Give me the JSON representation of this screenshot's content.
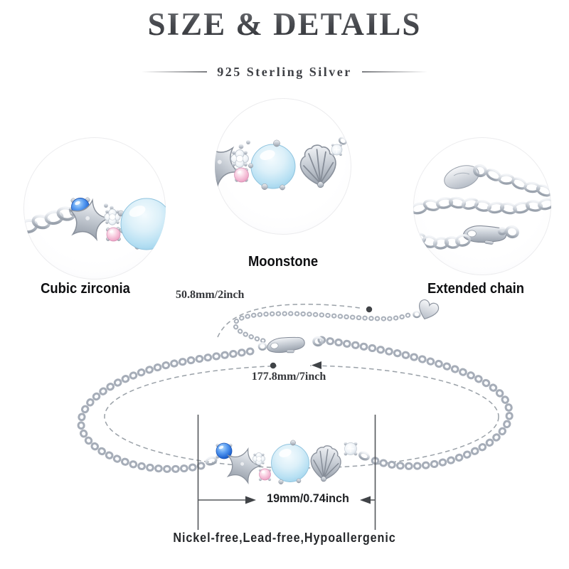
{
  "header": {
    "title": "SIZE & DETAILS",
    "subtitle": "925 Sterling Silver"
  },
  "callouts": [
    {
      "id": "cubic-zirconia",
      "label": "Cubic zirconia"
    },
    {
      "id": "moonstone",
      "label": "Moonstone"
    },
    {
      "id": "extended-chain",
      "label": "Extended chain"
    }
  ],
  "measurements": {
    "extender_chain": "50.8mm/2inch",
    "bracelet_length": "177.8mm/7inch",
    "pendant_width": "19mm/0.74inch"
  },
  "footer": {
    "hypoallergenic_note": "Nickel-free,Lead-free,Hypoallergenic"
  },
  "colors": {
    "zirconia_blue": "#2268d6",
    "zirconia_pink": "#efa9c9",
    "moonstone_blue": "#b7e0f3",
    "silver": "#c6ccd4",
    "annotation_gray": "#9aa1a8",
    "text_dark": "#26282b"
  }
}
